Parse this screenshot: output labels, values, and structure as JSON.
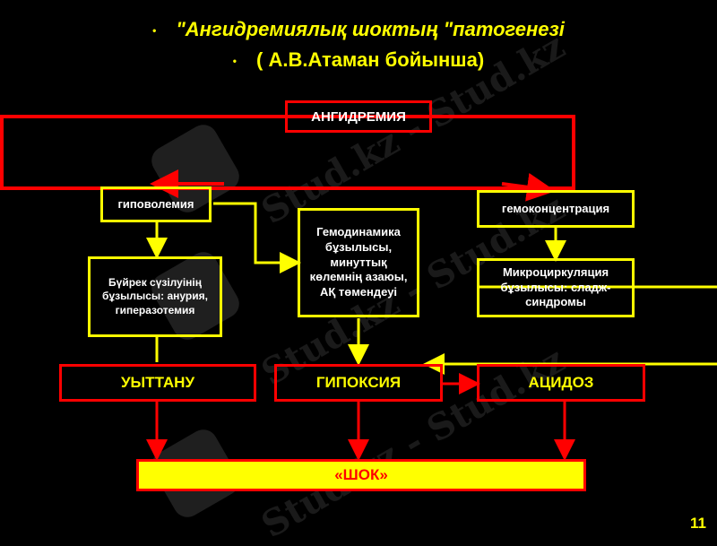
{
  "title": {
    "bullet": "•",
    "line1": "\"Ангидремиялық шоктың \"патогенезі",
    "line2": "( А.В.Атаман бойынша)"
  },
  "nodes": {
    "angidremia": "АНГИДРЕМИЯ",
    "hypovolemia": "гиповолемия",
    "hemodynamics": "Гемодинамика бұзылысы, минуттық көлемнің азаюы, АҚ төмендеуі",
    "hemoconcentration": "гемоконцентрация",
    "kidney": "Бүйрек сүзілуінің бұзылысы: анурия, гиперазотемия",
    "microcirculation": "Микроциркуляция бұзылысы: сладж-синдромы",
    "intoxication": "УЫТТАНУ",
    "hypoxia": "ГИПОКСИЯ",
    "acidosis": "АЦИДОЗ",
    "shock": "«ШОК»"
  },
  "watermark": "Stud.kz - Stud.kz",
  "page_number": "11",
  "colors": {
    "background": "#000000",
    "title": "#ffff00",
    "yellow_border": "#ffff00",
    "red_border": "#ff0000",
    "shock_fill": "#ffff00",
    "shock_text": "#ff0000"
  }
}
